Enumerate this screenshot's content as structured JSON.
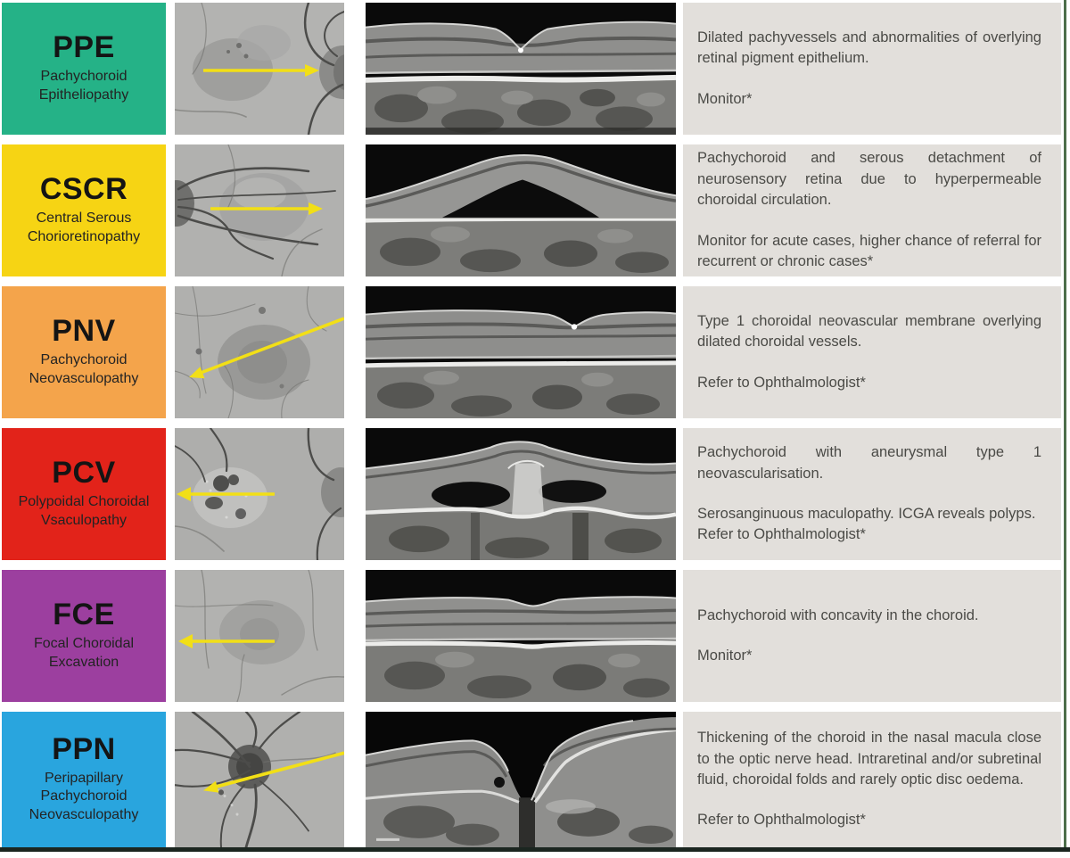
{
  "palette": {
    "frame_border": "#4d6e4a",
    "bottom_bar": "#1b2620",
    "panel_bg": "#e2dfdb",
    "arrow": "#f2df16",
    "body_text": "#4a4a46"
  },
  "rows": [
    {
      "abbr": "PPE",
      "name": "Pachychoroid\nEpitheliopathy",
      "color": "#25b287",
      "paragraphs": [
        "Dilated pachyvessels and abnormalities of overlying retinal pigment epithelium.",
        "Monitor*"
      ]
    },
    {
      "abbr": "CSCR",
      "name": "Central Serous\nChorioretinopathy",
      "color": "#f6d414",
      "paragraphs": [
        "Pachychoroid and serous detachment of neurosensory retina due to hyperpermeable choroidal circulation.",
        "Monitor for acute cases, higher chance of referral for recurrent or chronic cases*"
      ]
    },
    {
      "abbr": "PNV",
      "name": "Pachychoroid\nNeovasculopathy",
      "color": "#f4a44b",
      "paragraphs": [
        "Type 1 choroidal neovascular membrane overlying dilated choroidal vessels.",
        "Refer to Ophthalmologist*"
      ]
    },
    {
      "abbr": "PCV",
      "name": "Polypoidal Choroidal\nVsaculopathy",
      "color": "#e2231a",
      "paragraphs": [
        "Pachychoroid with aneurysmal type 1 neovascularisation.",
        "Serosanginuous maculopathy. ICGA reveals polyps.\nRefer to Ophthalmologist*"
      ]
    },
    {
      "abbr": "FCE",
      "name": "Focal Choroidal\nExcavation",
      "color": "#9c3f9f",
      "paragraphs": [
        "Pachychoroid with concavity in the choroid.",
        "Monitor*"
      ]
    },
    {
      "abbr": "PPN",
      "name": "Peripapillary\nPachychoroid\nNeovasculopathy",
      "color": "#29a5de",
      "paragraphs": [
        "Thickening of the choroid in the nasal macula close to the optic nerve head. Intraretinal and/or subretinal fluid, choroidal folds and rarely optic disc oedema.",
        "Refer to Ophthalmologist*"
      ]
    }
  ]
}
